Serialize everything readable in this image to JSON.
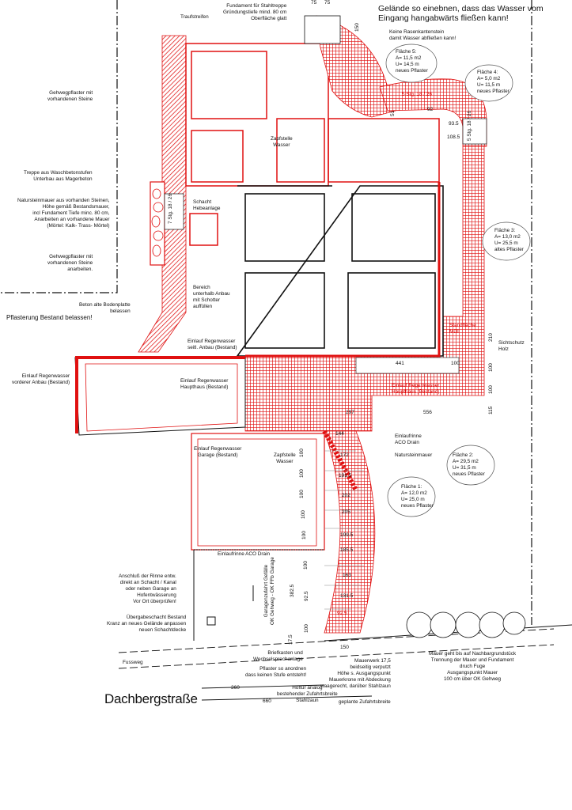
{
  "header": {
    "note": "Gelände so einebnen, dass das Wasser vom\nEingang hangabwärts fließen kann!"
  },
  "street": "Dachbergstraße",
  "labels": {
    "traufstreifen": "Traufstreifen",
    "fundament": "Fundament für Stahltreppe\nGründungstiefe mind. 80 cm\nOberfläche glatt",
    "rasenkante": "Keine Rasenkantenstein\ndamit Wasser abfließen kann!",
    "gehweg1": "Gehwegpflaster mit\nvorhandenen Steine",
    "treppe": "Treppe aus Waschbetonstufen\nUnterbau aus Magerbeton",
    "natursteinmauer_left": "Natursteinmauer aus vorhanden Steinen,\nHöhe gemäß Bestandsmauer,\nincl Fundament Tiefe minc. 80 cm,\nAnarbeiten an vorhandene Mauer\n(Mörtel: Kalk- Trass- Mörtel)",
    "gehweg2": "Gehwegpflaster mit\nvorhandenen Steine\nanarbeiten.",
    "beton": "Beton alte Bodenplatte\nbelassen",
    "pflasterung": "Pflasterung Bestand belassen!",
    "schacht": "Schacht\nHebeanlage",
    "bereich": "Bereich\nunterhalb Anbau\nmit Schotter\nauffüllen",
    "zapfstelle1": "Zapfstelle\nWasser",
    "zapfstelle2": "Zapfstelle\nWasser",
    "einlauf_seitl": "Einlauf Regenwasser\nseitl. Anbau (Bestand)",
    "einlauf_vorderer": "Einlauf Regenwasser\nvorderer Anbau (Bestand)",
    "einlauf_haupthaus": "Einlauf Regenwasser\nHaupthaus (Bestand)",
    "einlauf_haupthaus_red": "Einlauf Regenwasser\nHaupthaus (Bestand)",
    "einlauf_garage": "Einlauf Regenwasser\nGarage (Bestand)",
    "einlaufrinne1": "Einlaufrinne\nACO Drain",
    "natursteinmauer": "Natursteinmauer",
    "einlaufrinne2": "Einlaufrinne ACO Drain",
    "anschluss": "Anschluß der Rinne entw.\ndirekt an Schacht / Kanal\noder neben Garage an\nHofentwässerung\nVor Ort überprüfen!",
    "uebergabe": "Übergabeschacht Bestand\nKranz an neues Gelände anpassen\nneuen Schachtdecke",
    "garagenzufahrt": "Garagenzufahrt Gefälle\nOK Gehweg - OK FFb Garage",
    "fussweg": "Fussweg",
    "briefkasten": "Briefkasten und\nWechselsprechanlage",
    "pflaster_stufe": "Pflaster so anordnen\ndass keinen Stufe entsteht!",
    "hoftuer": "Hoftür analog\nbestehender Zufahrtsbreite\nStahlzaun",
    "mauerwerk": "Mauerwerk 17,5\nbeidseitig verputzt\nHöhe s. Ausgangspunkt\nMauerkrone mit Abdeckung\nwaagerecht, darüber Stahlzaun",
    "zufahrtsbreite": "geplante Zufahrtsbreite",
    "mauer_nachbar": "Mauer geht bis auf Nachbargrundstück\nTrennung der Mauer und Fundament\ndruch Fuge\nAusgangspunkt Mauer\n100 cm über OK Gehweg",
    "sichtschutz": "Sichtschutz\nHolz",
    "standflaeche": "Standfläche\nMüll",
    "stufen_left": "7 Stg. 18 / 26",
    "stufen_top": "5 Stg. 18 / 26",
    "stufen_right": "5 Stg. 18 / 26"
  },
  "areas": [
    {
      "name": "Fläche 5:",
      "area": "A= 11,5 m2",
      "perimeter": "U= 14,5 m",
      "type": "neues Pflaster"
    },
    {
      "name": "Fläche 4:",
      "area": "A= 5,0 m2",
      "perimeter": "U= 11,5 m",
      "type": "neues Pflaster"
    },
    {
      "name": "Fläche 3:",
      "area": "A= 13,0 m2",
      "perimeter": "U= 25,5 m",
      "type": "altes Pflaster"
    },
    {
      "name": "Fläche 2:",
      "area": "A= 29,5 m2",
      "perimeter": "U= 31,5 m",
      "type": "neues Pflaster"
    },
    {
      "name": "Fläche 1:",
      "area": "A= 12,0 m2",
      "perimeter": "U= 25,0 m",
      "type": "neues Pflaster"
    }
  ],
  "dimensions": {
    "top_75a": "75",
    "top_75b": "75",
    "top_150": "150",
    "d51": "51",
    "d92": "92",
    "d935": "93.5",
    "d1085": "108.5",
    "d441": "441",
    "d100a": "100",
    "d210": "210",
    "d100b": "100",
    "d100c": "100",
    "d115": "115",
    "d556": "556",
    "d297": "297",
    "d144": "144",
    "d172": "172",
    "d1915": "191.5",
    "d202": "202",
    "d205": "205",
    "d1995": "199.5",
    "d1855": "185.5",
    "d163": "163",
    "d1315": "131.5",
    "d925": "92.5",
    "d150": "150",
    "d360": "360",
    "d660": "660",
    "d3825": "382.5",
    "g100_1": "100",
    "g100_2": "100",
    "g100_3": "100",
    "g100_4": "100",
    "g100_5": "100",
    "d175": "17.5",
    "d100_low": "100",
    "d100_low2": "100",
    "d925b": "92.5"
  },
  "colors": {
    "plan_red": "#e01010",
    "line": "#111111"
  }
}
